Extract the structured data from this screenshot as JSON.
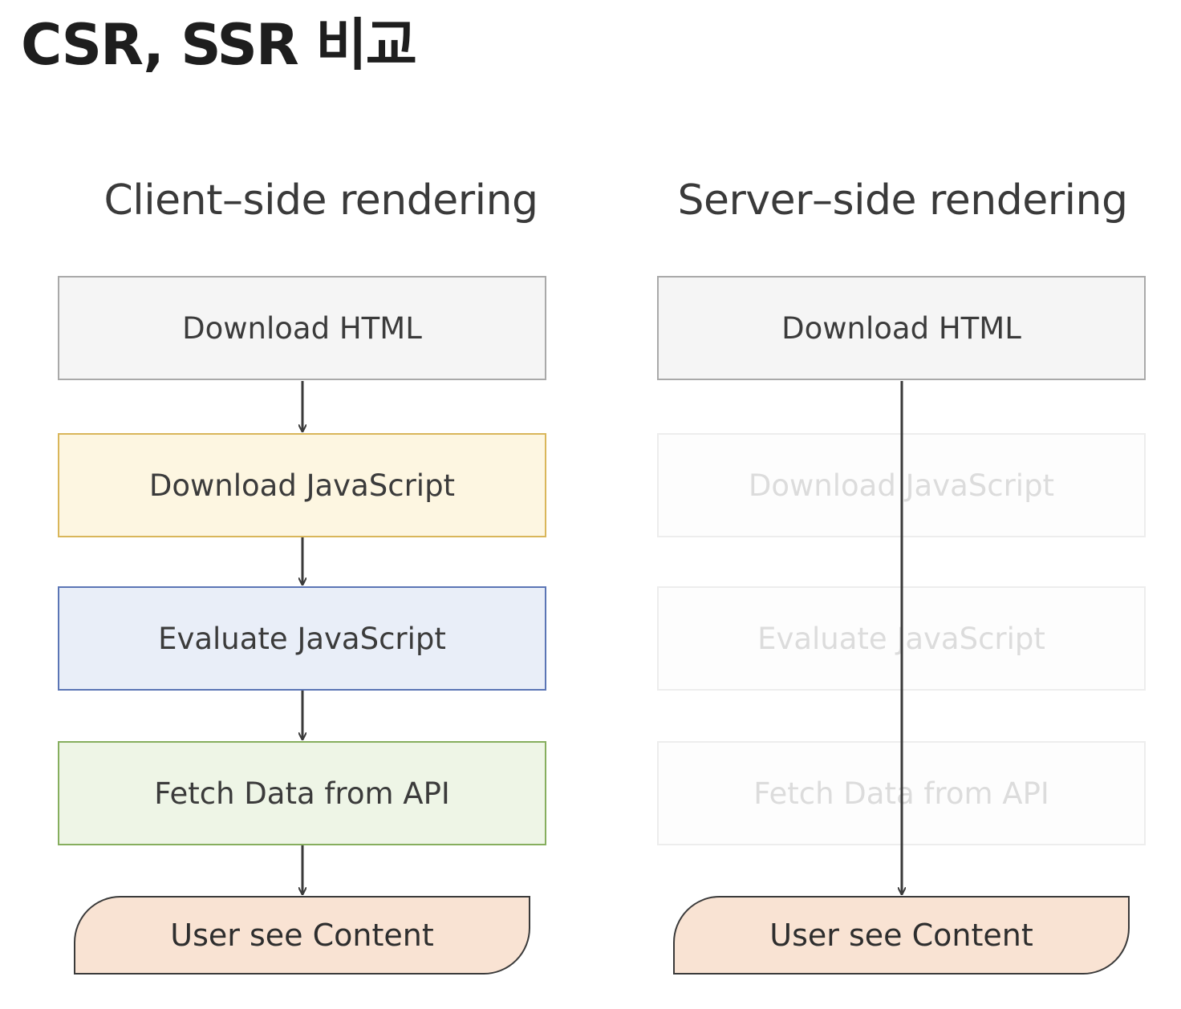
{
  "page_title": "CSR, SSR 비교",
  "csr": {
    "heading": "Client–side rendering",
    "steps": [
      "Download HTML",
      "Download JavaScript",
      "Evaluate JavaScript",
      "Fetch Data from API"
    ],
    "end": "User see Content"
  },
  "ssr": {
    "heading": "Server–side rendering",
    "steps": [
      "Download HTML",
      "Download JavaScript",
      "Evaluate JavaScript",
      "Fetch Data from API"
    ],
    "end": "User see Content"
  },
  "colors": {
    "download_html": "#f5f5f5",
    "download_js": "#fdf6e1",
    "evaluate_js": "#e9eef8",
    "fetch_data": "#eef5e6",
    "user_content": "#f9e3d3",
    "arrow": "#3a3a3a"
  }
}
